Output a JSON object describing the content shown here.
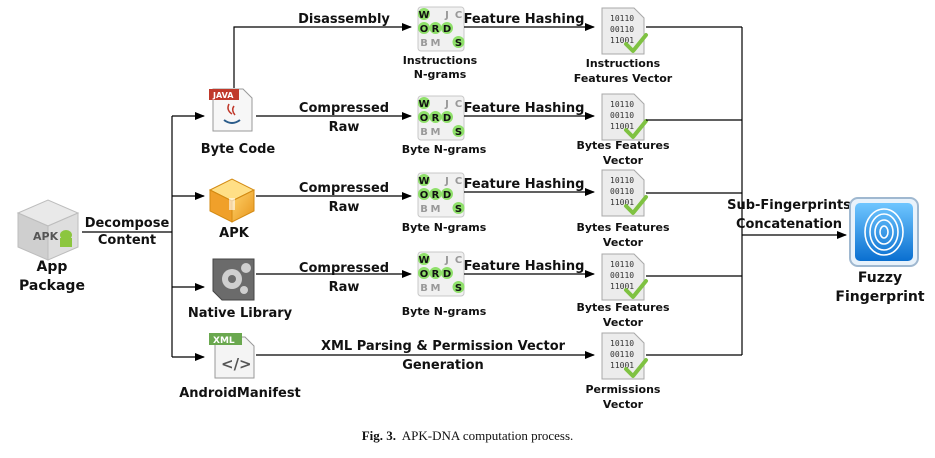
{
  "app": {
    "label_line1": "App",
    "label_line2": "Package",
    "icon_text": "APK"
  },
  "decompose": {
    "line1": "Decompose",
    "line2": "Content"
  },
  "components": [
    {
      "label": "Byte Code",
      "icon": "java-file-icon",
      "icon_text": "JAVA"
    },
    {
      "label": "APK",
      "icon": "package-box-icon"
    },
    {
      "label": "Native Library",
      "icon": "gear-library-icon"
    },
    {
      "label": "AndroidManifest",
      "icon": "xml-file-icon",
      "icon_text": "XML"
    }
  ],
  "transforms": [
    {
      "line1": "Disassembly",
      "line2": ""
    },
    {
      "line1": "Compressed",
      "line2": "Raw"
    },
    {
      "line1": "Compressed",
      "line2": "Raw"
    },
    {
      "line1": "Compressed",
      "line2": "Raw"
    },
    {
      "line1": "XML Parsing & Permission Vector",
      "line2": "Generation"
    }
  ],
  "ngrams": [
    {
      "line1": "Instructions",
      "line2": "N-grams"
    },
    {
      "line1": "Byte N-grams",
      "line2": ""
    },
    {
      "line1": "Byte N-grams",
      "line2": ""
    },
    {
      "line1": "Byte N-grams",
      "line2": ""
    }
  ],
  "word_grid": [
    "W",
    "",
    "J",
    "C",
    "O",
    "R",
    "D",
    "",
    "B",
    "M",
    "S"
  ],
  "hashing_label": "Feature Hashing",
  "vectors": [
    {
      "line1": "Instructions",
      "line2": "Features Vector"
    },
    {
      "line1": "Bytes Features",
      "line2": "Vector"
    },
    {
      "line1": "Bytes Features",
      "line2": "Vector"
    },
    {
      "line1": "Bytes Features",
      "line2": "Vector"
    },
    {
      "line1": "Permissions",
      "line2": "Vector"
    }
  ],
  "vector_bits": [
    "10110",
    "00110",
    "11001"
  ],
  "concat": {
    "line1": "Sub-Fingerprints",
    "line2": "Concatenation"
  },
  "fingerprint": {
    "line1": "Fuzzy",
    "line2": "Fingerprint",
    "icon": "fingerprint-icon"
  },
  "caption": {
    "prefix": "Fig. 3.",
    "text": "APK-DNA computation process."
  }
}
